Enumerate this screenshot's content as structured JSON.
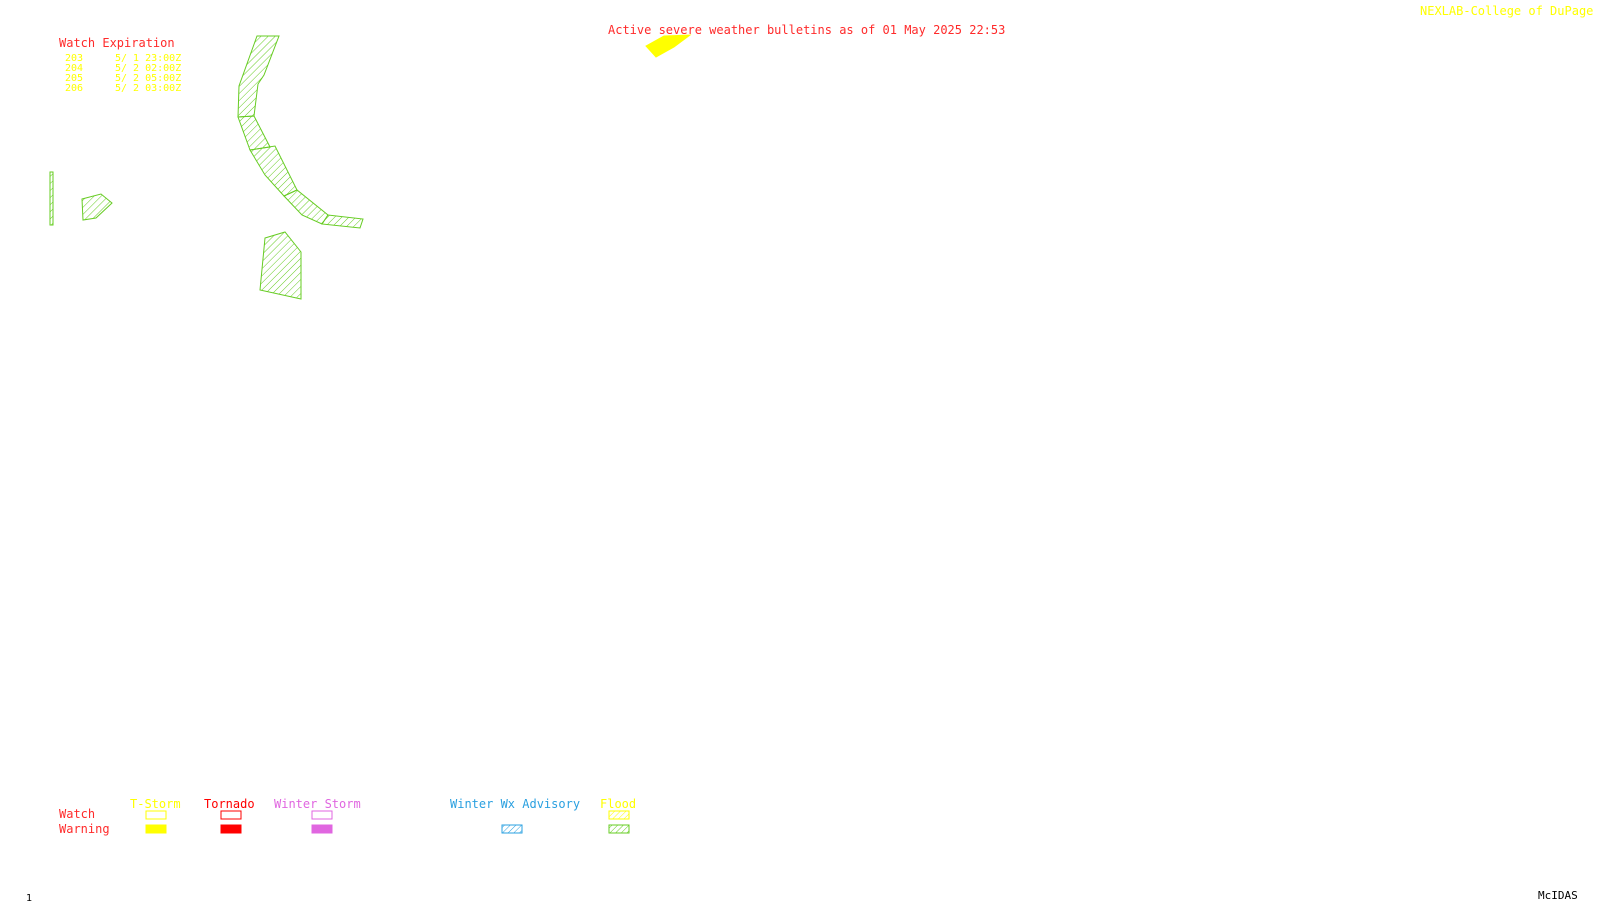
{
  "title": "Active severe weather bulletins as of 01 May 2025 22:53",
  "credit": "NEXLAB-College of DuPage R",
  "watch_expiration": {
    "heading": "Watch Expiration",
    "rows": [
      {
        "num": "203",
        "time": "5/ 1 23:00Z"
      },
      {
        "num": "204",
        "time": "5/ 2 02:00Z"
      },
      {
        "num": "205",
        "time": "5/ 2 05:00Z"
      },
      {
        "num": "206",
        "time": "5/ 2 03:00Z"
      }
    ]
  },
  "legend": {
    "row_labels": {
      "watch": "Watch",
      "warning": "Warning"
    },
    "categories": [
      {
        "label": "T-Storm",
        "color": "#ffff00"
      },
      {
        "label": "Tornado",
        "color": "#ff0000"
      },
      {
        "label": "Winter Storm",
        "color": "#e066e0"
      },
      {
        "label": "Winter Wx Advisory",
        "color": "#2aa0e0"
      },
      {
        "label": "Flood",
        "color": "#ffff00"
      }
    ]
  },
  "colors": {
    "title": "#ff2a2a",
    "credit": "#ffff00",
    "flood_area": "#66cc22",
    "tstorm_warning": "#ffff00"
  },
  "frame_number": "1",
  "software_label": "McIDAS"
}
